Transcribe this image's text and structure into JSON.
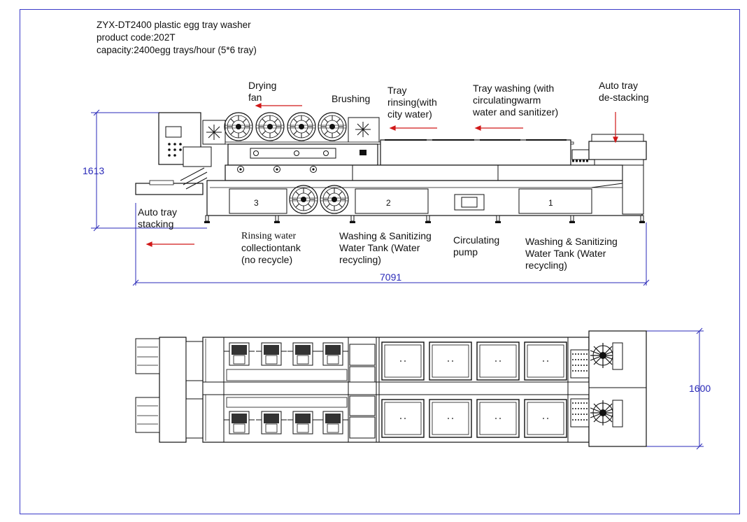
{
  "title_block": {
    "line1": "ZYX-DT2400 plastic egg tray washer",
    "line2": "product code:202T",
    "line3": "capacity:2400egg trays/hour (5*6 tray)"
  },
  "labels": {
    "drying_fan": "Drying\nfan",
    "brushing": "Brushing",
    "tray_rinsing": "Tray\nrinsing(with\ncity water)",
    "tray_washing": "Tray washing (with\ncirculatingwarm\nwater and sanitizer)",
    "auto_destacking": "Auto tray\nde-stacking",
    "auto_stacking": "Auto tray\nstacking",
    "rinsing_tank_a": "Rinsing water",
    "rinsing_tank_b": "collectiontank\n(no recycle)",
    "wash_tank_2": "Washing & Sanitizing\nWater Tank (Water\nrecycling)",
    "circulating_pump": "Circulating\npump",
    "wash_tank_1": "Washing & Sanitizing\nWater Tank (Water\nrecycling)",
    "tank_no_3": "3",
    "tank_no_2": "2",
    "tank_no_1": "1"
  },
  "dimensions": {
    "height": "1613",
    "length": "7091",
    "width": "1600"
  },
  "colors": {
    "frame": "#3a3ac8",
    "dimension": "#2a2ab8",
    "arrow": "#d01818",
    "line": "#111111"
  }
}
